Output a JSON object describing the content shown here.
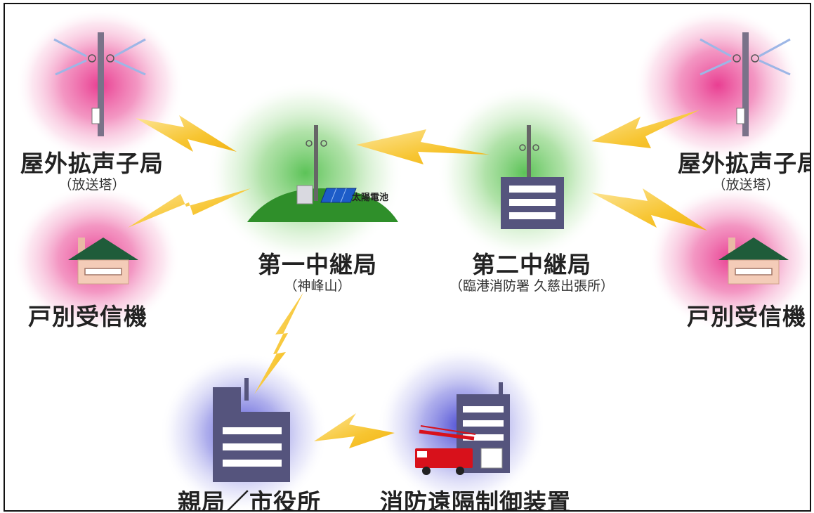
{
  "nodes": {
    "outdoor_left": {
      "label": "屋外拡声子局",
      "sub": "（放送塔）"
    },
    "outdoor_right": {
      "label": "屋外拡声子局",
      "sub": "（放送塔）"
    },
    "home_left": {
      "label": "戸別受信機"
    },
    "home_right": {
      "label": "戸別受信機"
    },
    "relay1": {
      "label": "第一中継局",
      "sub": "（神峰山）",
      "solar": "太陽電池"
    },
    "relay2": {
      "label": "第二中継局",
      "sub": "（臨港消防署 久慈出張所）"
    },
    "parent": {
      "label": "親局／市役所"
    },
    "fire": {
      "label": "消防遠隔制御装置"
    }
  },
  "colors": {
    "pink_glow": "#e8348c",
    "green_glow": "#3fb83a",
    "blue_glow": "#3a3ad0",
    "bolt": "#f7c531",
    "building": "#55547d",
    "roof": "#1f5c3a",
    "hill": "#2f8f2a",
    "solar": "#1d5cc8",
    "truck": "#d8111b"
  }
}
